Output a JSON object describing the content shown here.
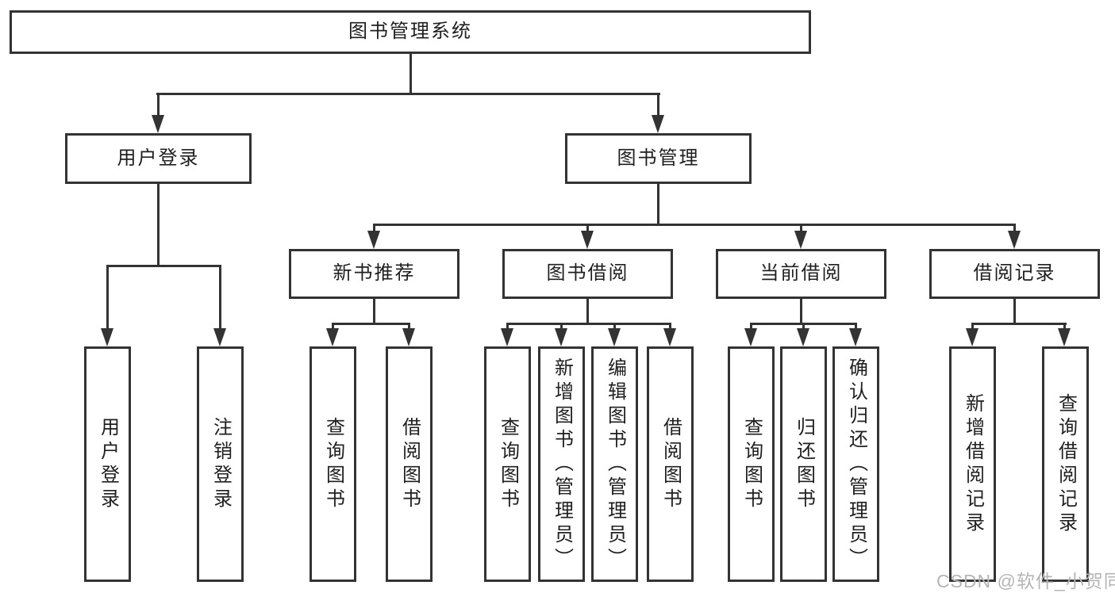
{
  "diagram": {
    "title": "图书管理系统",
    "level2": [
      {
        "label": "用户登录"
      },
      {
        "label": "图书管理"
      }
    ],
    "level3": [
      {
        "label": "新书推荐"
      },
      {
        "label": "图书借阅"
      },
      {
        "label": "当前借阅"
      },
      {
        "label": "借阅记录"
      }
    ],
    "leaves": {
      "user_login": [
        {
          "label": "用户登录"
        },
        {
          "label": "注销登录"
        }
      ],
      "new_book": [
        {
          "label": "查询图书"
        },
        {
          "label": "借阅图书"
        }
      ],
      "book_borrow": [
        {
          "label": "查询图书"
        },
        {
          "label": "新增图书（管理员）"
        },
        {
          "label": "编辑图书（管理员）"
        },
        {
          "label": "借阅图书"
        }
      ],
      "current_borrow": [
        {
          "label": "查询图书"
        },
        {
          "label": "归还图书"
        },
        {
          "label": "确认归还（管理员）"
        }
      ],
      "borrow_records": [
        {
          "label": "新增借阅记录"
        },
        {
          "label": "查询借阅记录"
        }
      ]
    },
    "watermark": "CSDN @软件_小贺同学",
    "colors": {
      "line": "#333333",
      "text": "#1f1f1f",
      "watermark": "#b5b5b5",
      "background": "#ffffff"
    }
  }
}
